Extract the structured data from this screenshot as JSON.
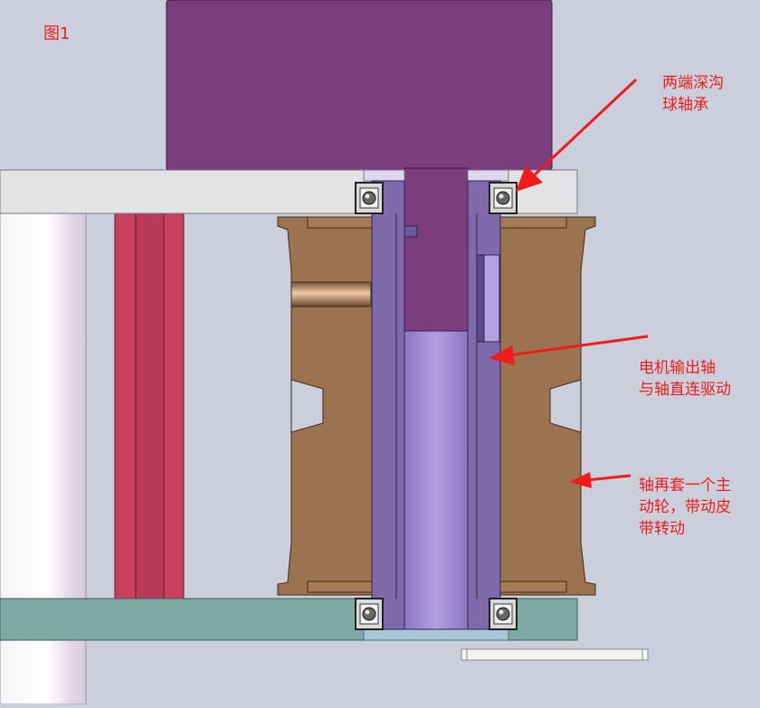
{
  "figure_label": "图1",
  "annotations": {
    "bearing": [
      "两端深沟",
      "球轴承"
    ],
    "shaft": [
      "电机输出轴",
      "与轴直连驱动"
    ],
    "pulley": [
      "轴再套一个主",
      "动轮，带动皮",
      "带转动"
    ]
  },
  "colors": {
    "background": "#cbcfdb",
    "annotation_red": "#ee1c1c",
    "motor_purple": "#7c3d7d",
    "pulley_brown": "#9c7350",
    "shaft_violet": "#a38fd3",
    "belt_red": "#c0405e",
    "top_plate": "#e3e3e5",
    "bottom_plate": "#7fa9a3"
  }
}
